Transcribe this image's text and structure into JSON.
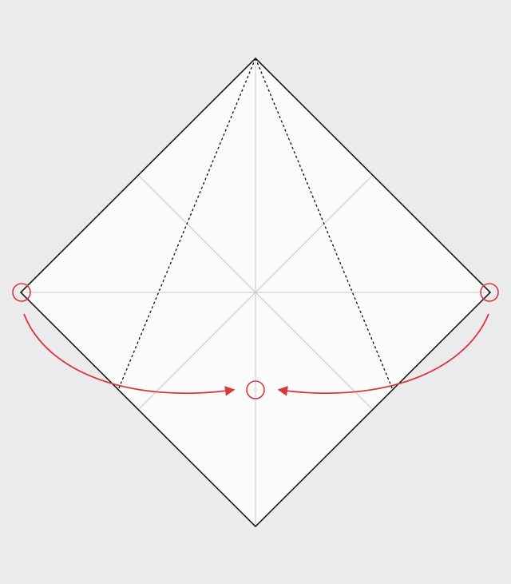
{
  "diagram": {
    "subject": "origami-fold-step",
    "colors": {
      "background": "#ebebed",
      "paper": "#fbfbfb",
      "outline": "#1a1a1a",
      "crease": "#c9c9c9",
      "valley_fold": "#1a1a1a",
      "marker": "#d8383a"
    },
    "elements": {
      "paper": "square-paper",
      "creases": [
        "vertical-crease",
        "horizontal-crease",
        "diagonal-crease-a",
        "diagonal-crease-b"
      ],
      "fold_lines": [
        "left-valley-fold-line",
        "right-valley-fold-line"
      ],
      "markers": [
        "left-corner-circle",
        "right-corner-circle",
        "center-target-circle"
      ],
      "arrows": [
        "left-fold-arrow",
        "right-fold-arrow"
      ]
    }
  }
}
